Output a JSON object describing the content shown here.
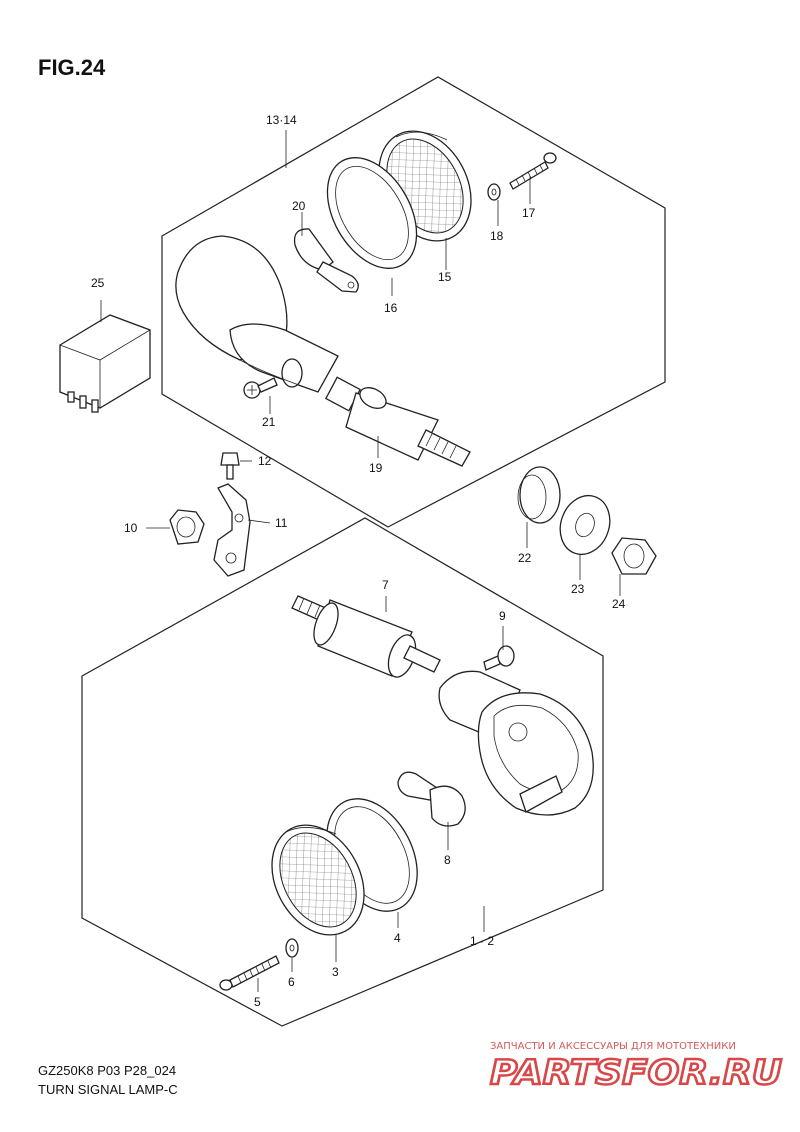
{
  "title": "FIG.24",
  "footer": {
    "model": "GZ250K8 P03 P28_024",
    "name": "TURN SIGNAL LAMP-C"
  },
  "watermark": {
    "tagline": "ЗАПЧАСТИ И АКСЕССУАРЫ ДЛЯ МОТОТЕХНИКИ",
    "brand": "PARTSFOR.RU"
  },
  "labels": {
    "p13_14": "13·14",
    "p1_2": "1 · 2",
    "p3": "3",
    "p4": "4",
    "p5": "5",
    "p6": "6",
    "p7": "7",
    "p8": "8",
    "p9": "9",
    "p10": "10",
    "p11": "11",
    "p12": "12",
    "p15": "15",
    "p16": "16",
    "p17": "17",
    "p18": "18",
    "p19": "19",
    "p20": "20",
    "p21": "21",
    "p22": "22",
    "p23": "23",
    "p24": "24",
    "p25": "25"
  }
}
